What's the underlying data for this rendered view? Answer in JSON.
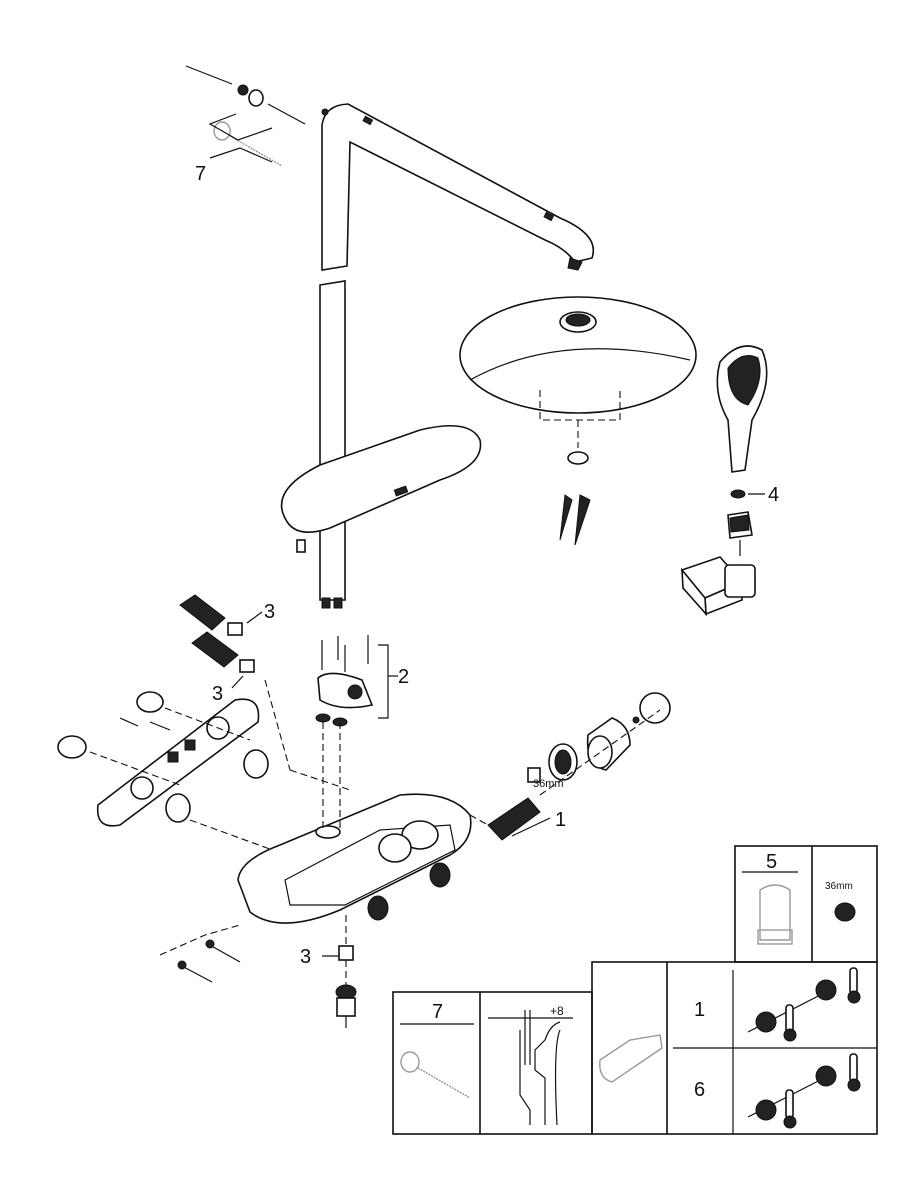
{
  "callouts": {
    "screw_kit_top": "7",
    "hand_shower_washer": "4",
    "connector_upper": "3",
    "connector_lower": "3",
    "connector_bottom": "3",
    "mounting_screws": "2",
    "check_valve": "1",
    "nut_size": "36mm"
  },
  "legend": {
    "tool_box": {
      "number": "5",
      "nut_size": "36mm"
    },
    "screw_box": {
      "number": "7",
      "offset": "+8"
    },
    "connection_rows": [
      {
        "number": "1"
      },
      {
        "number": "6"
      }
    ]
  },
  "colors": {
    "line": "#111111",
    "grey_part": "#999999"
  }
}
